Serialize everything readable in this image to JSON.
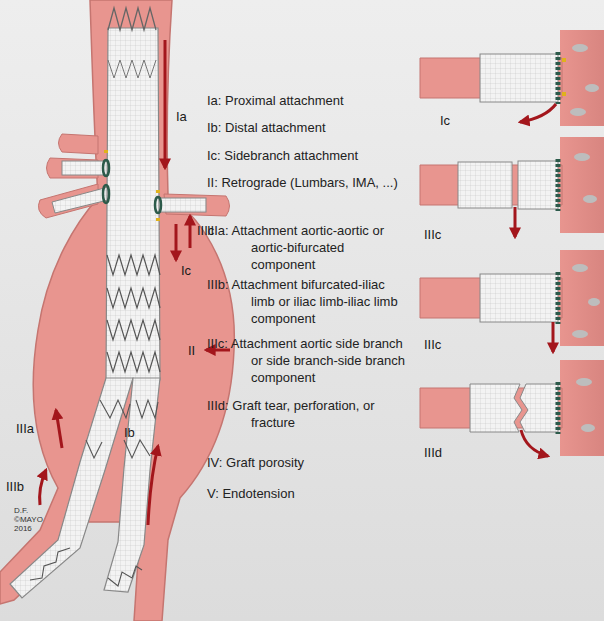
{
  "diagram": {
    "labels": [
      "Ia",
      "IIIc",
      "Ic",
      "II",
      "IIIa",
      "Ib",
      "IIIb",
      "Ia: Proximal attachment",
      "Ib: Distal attachment",
      "Ic: Sidebranch attachment",
      "II: Retrograde (Lumbars, IMA, ...)",
      "IIIa: Attachment aortic-aortic or aortic-bifurcated component",
      "IIIb: Attachment bifurcated-iliac limb or iliac limb-iliac limb component",
      "IIIc: Attachment aortic side branch or side branch-side branch component",
      "IIId: Graft tear, perforation, or fracture",
      "IV: Graft porosity",
      "V: Endotension",
      "Ic",
      "IIIc",
      "IIIc",
      "IIId",
      "D.F. ©MAYO 2016"
    ]
  }
}
